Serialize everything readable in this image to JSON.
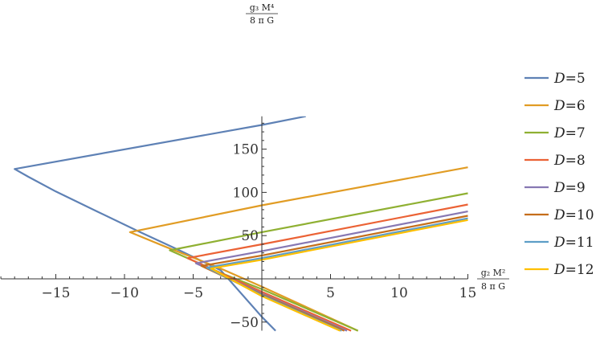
{
  "chart_data": {
    "type": "line",
    "xlabel": {
      "num": "g₂ M²",
      "den": "8 π G"
    },
    "ylabel": {
      "num": "g₃ M⁴",
      "den": "8 π G"
    },
    "xlim": [
      -19,
      15
    ],
    "ylim": [
      -60,
      188
    ],
    "x_ticks": [
      -15,
      -10,
      -5,
      5,
      10,
      15
    ],
    "y_ticks": [
      -50,
      50,
      100,
      150
    ],
    "legend_position": "right",
    "series": [
      {
        "name": "D=5",
        "d_label": "5",
        "color": "#5E81B5",
        "points": [
          [
            3.2,
            188
          ],
          [
            0,
            178
          ],
          [
            -18.0,
            127
          ],
          [
            -17,
            118
          ],
          [
            -15,
            101
          ],
          [
            -12,
            78
          ],
          [
            -9,
            55
          ],
          [
            -6,
            33
          ],
          [
            -3,
            10
          ],
          [
            0,
            -44
          ],
          [
            1.0,
            -60
          ]
        ]
      },
      {
        "name": "D=6",
        "d_label": "6",
        "color": "#E19C24",
        "points": [
          [
            15,
            129
          ],
          [
            0,
            85
          ],
          [
            -9.6,
            54
          ],
          [
            -7,
            37
          ],
          [
            -3,
            12
          ],
          [
            0,
            -9
          ],
          [
            7.0,
            -60
          ]
        ]
      },
      {
        "name": "D=7",
        "d_label": "7",
        "color": "#8FB032",
        "points": [
          [
            15,
            99
          ],
          [
            0,
            54
          ],
          [
            -6.7,
            33
          ],
          [
            -3,
            7
          ],
          [
            0,
            -12
          ],
          [
            7.0,
            -60
          ]
        ]
      },
      {
        "name": "D=8",
        "d_label": "8",
        "color": "#EB6235",
        "points": [
          [
            15,
            86
          ],
          [
            0,
            40
          ],
          [
            -5.4,
            24
          ],
          [
            0,
            -15
          ],
          [
            6.5,
            -60
          ]
        ]
      },
      {
        "name": "D=9",
        "d_label": "9",
        "color": "#8778B3",
        "points": [
          [
            15,
            78
          ],
          [
            0,
            32
          ],
          [
            -4.8,
            18
          ],
          [
            0,
            -17
          ],
          [
            6.2,
            -60
          ]
        ]
      },
      {
        "name": "D=10",
        "d_label": "10",
        "color": "#C56E1A",
        "points": [
          [
            15,
            73
          ],
          [
            0,
            27
          ],
          [
            -4.4,
            15
          ],
          [
            0,
            -18
          ],
          [
            6.0,
            -60
          ]
        ]
      },
      {
        "name": "D=11",
        "d_label": "11",
        "color": "#5D9EC7",
        "points": [
          [
            15,
            70
          ],
          [
            0,
            24
          ],
          [
            -4.0,
            13
          ],
          [
            0,
            -19
          ],
          [
            5.8,
            -60
          ]
        ]
      },
      {
        "name": "D=12",
        "d_label": "12",
        "color": "#FFBF00",
        "points": [
          [
            15,
            68
          ],
          [
            0,
            22
          ],
          [
            -3.7,
            12
          ],
          [
            0,
            -20
          ],
          [
            5.7,
            -60
          ]
        ]
      }
    ]
  }
}
